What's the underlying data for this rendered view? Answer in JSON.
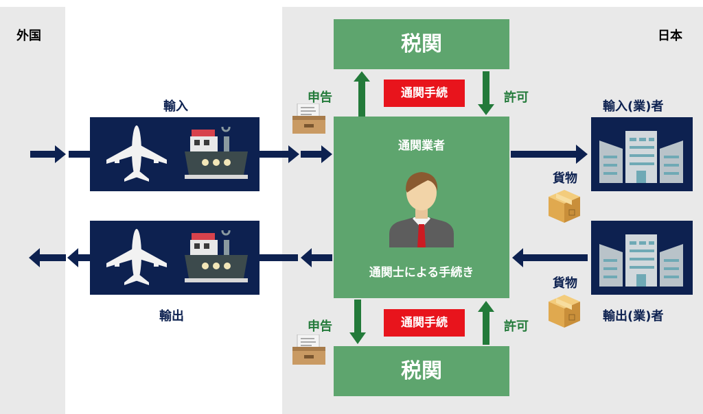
{
  "regions": {
    "foreign": "外国",
    "japan": "日本"
  },
  "import_label": "輸入",
  "export_label": "輸出",
  "customs": {
    "top": "税関",
    "bottom": "税関"
  },
  "procedure_badge": {
    "top": "通関手続",
    "bottom": "通関手続"
  },
  "declaration": {
    "top": "申告",
    "bottom": "申告"
  },
  "permission": {
    "top": "許可",
    "bottom": "許可"
  },
  "broker": {
    "title": "通関業者",
    "caption": "通関士による手続き"
  },
  "cargo": {
    "top": "貨物",
    "bottom": "貨物"
  },
  "importer_label": "輸入(業)者",
  "exporter_label": "輸出(業)者",
  "colors": {
    "navy": "#0d2150",
    "green_box": "#5ea56e",
    "green_arrow": "#237a3a",
    "red_badge": "#e8141c",
    "gray_bg": "#e9e9e9"
  },
  "icons": [
    "airplane-icon",
    "ship-icon",
    "document-tray-icon",
    "businessman-icon",
    "cardboard-box-icon",
    "office-buildings-icon"
  ]
}
